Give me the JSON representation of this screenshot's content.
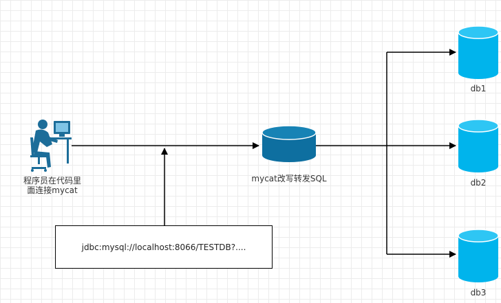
{
  "programmer": {
    "label_line1": "程序员在代码里",
    "label_line2": "面连接mycat"
  },
  "mycat": {
    "label": "mycat改写转发SQL"
  },
  "databases": [
    {
      "label": "db1"
    },
    {
      "label": "db2"
    },
    {
      "label": "db3"
    }
  ],
  "connection": {
    "url": "jdbc:mysql://localhost:8066/TESTDB?...."
  },
  "colors": {
    "db_fill": "#00b4ec",
    "db_top": "#2ec6f4",
    "mycat_fill": "#0e6fa0",
    "mycat_top": "#1783b5",
    "person": "#1c6d99",
    "line": "#000000"
  }
}
